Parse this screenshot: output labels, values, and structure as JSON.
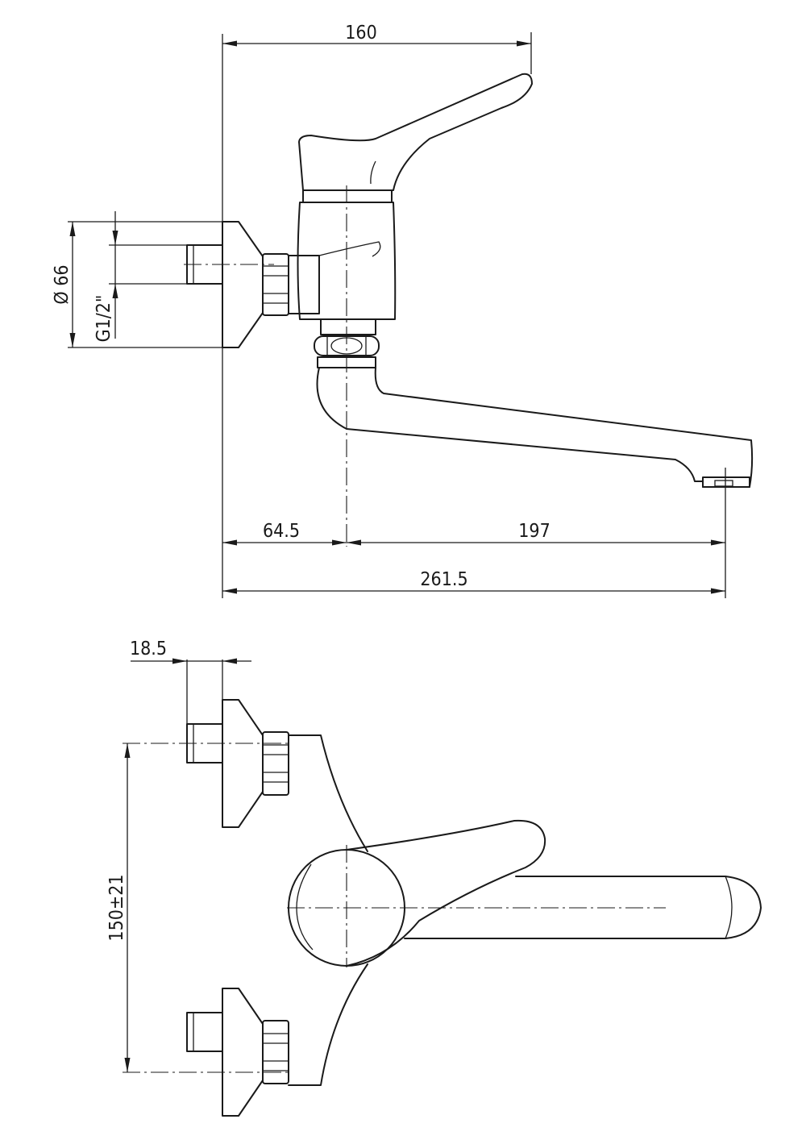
{
  "dimensions": {
    "overall_height_top": "160",
    "flange_diameter": "Ø 66",
    "thread_size": "G1/2\"",
    "wall_to_axis": "64.5",
    "axis_to_outlet": "197",
    "total_projection": "261.5",
    "eccentric_offset": "18.5",
    "inlet_spacing": "150±21"
  },
  "line_color": "#1a1a1a"
}
